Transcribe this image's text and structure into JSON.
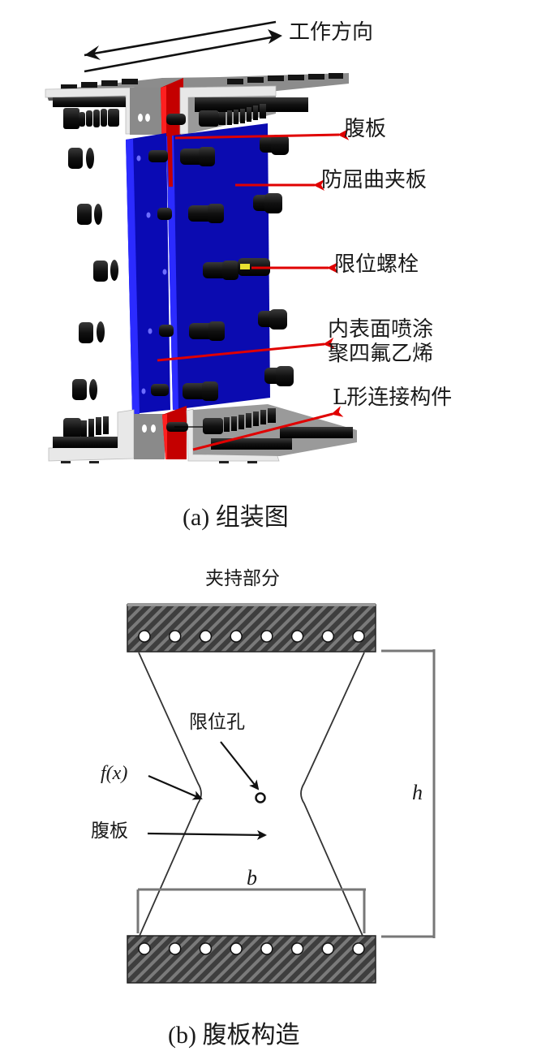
{
  "figure_a": {
    "caption": "(a)  组装图",
    "labels": {
      "direction": "工作方向",
      "web_plate": "腹板",
      "restraint_plate": "防屈曲夹板",
      "limit_bolt": "限位螺栓",
      "coating_line1": "内表面喷涂",
      "coating_line2": "聚四氟乙烯",
      "l_connector": "L形连接构件"
    },
    "colors": {
      "restraint_plate": "#0a0ab4",
      "restraint_edge": "#2b2bff",
      "web_plate": "#c40000",
      "angle": "#e6e6e6",
      "angle_shadow": "#8a8a8a",
      "bolt": "#111111",
      "arrow": "#e00000",
      "limit_bolt_marker": "#e8e030"
    }
  },
  "figure_b": {
    "caption": "(b)  腹板构造",
    "labels": {
      "clamp": "夹持部分",
      "limit_hole": "限位孔",
      "fx": "f(x)",
      "web": "腹板",
      "b": "b",
      "h": "h"
    },
    "holes_per_clamp": 8
  }
}
